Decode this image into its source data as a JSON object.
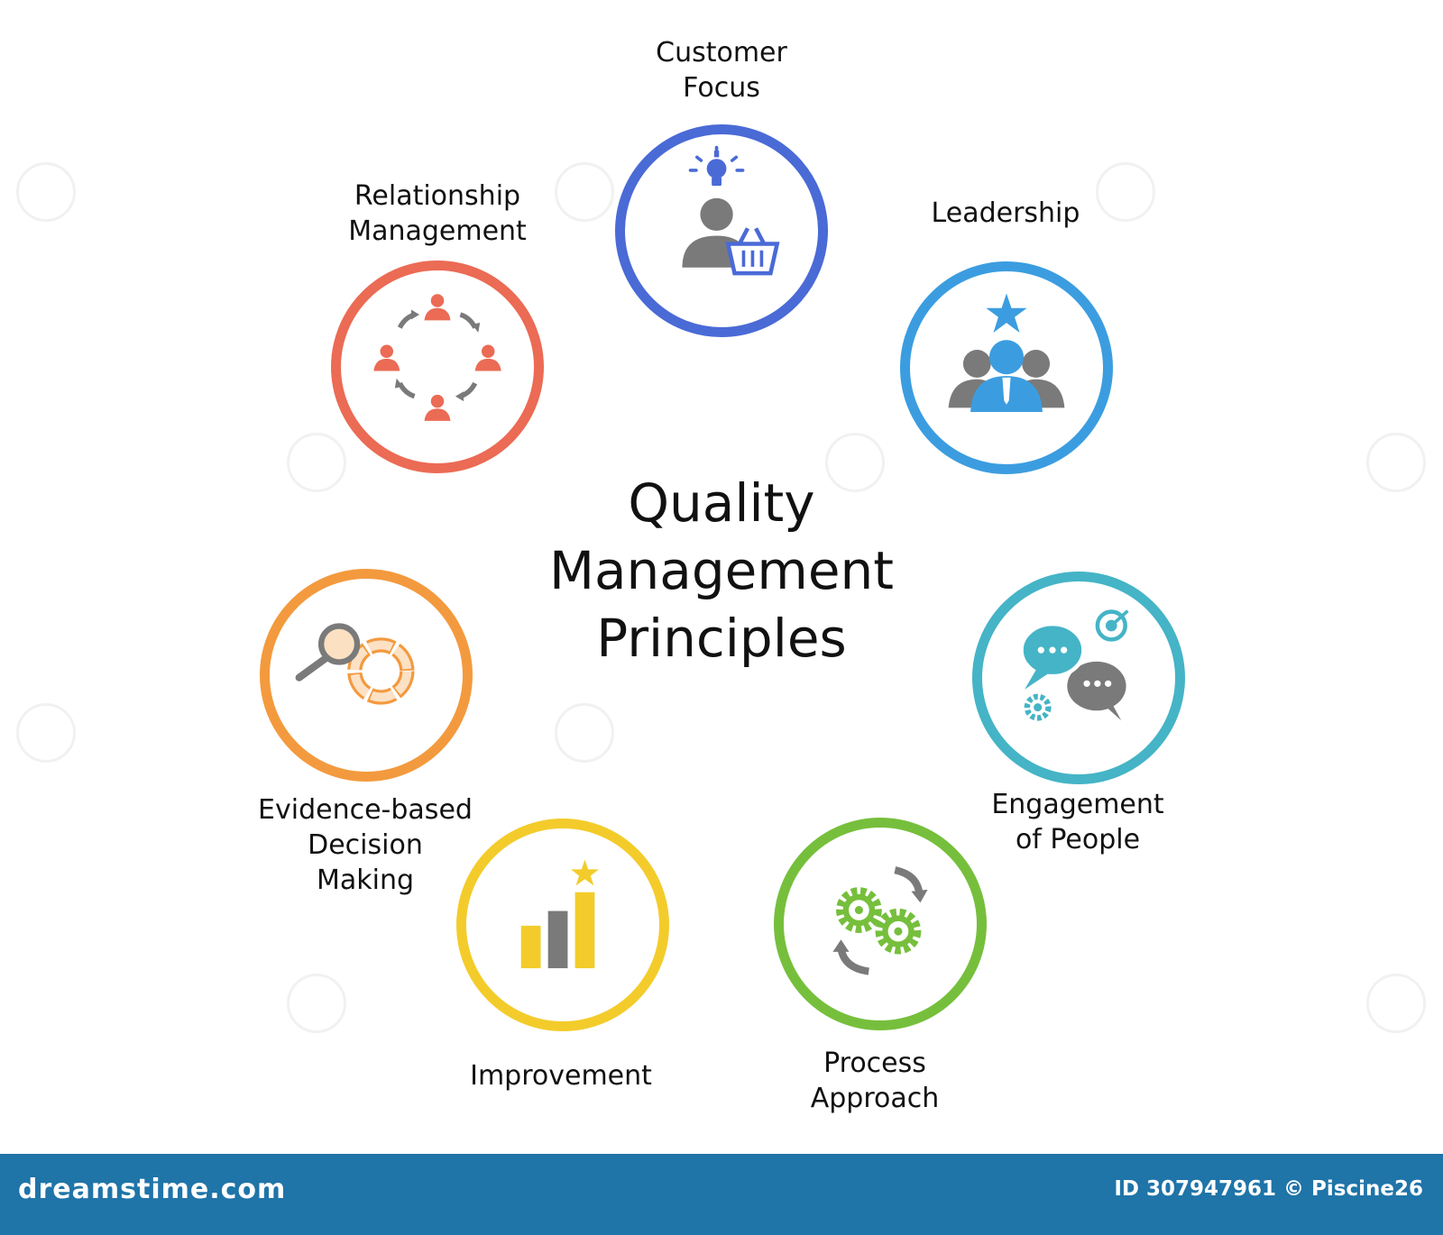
{
  "title": "Quality\nManagement\nPrinciples",
  "principles": [
    {
      "label": "Customer\nFocus",
      "color": "#4a6ad6",
      "icon": "customer-icon"
    },
    {
      "label": "Leadership",
      "color": "#3b9de0",
      "icon": "leadership-icon"
    },
    {
      "label": "Engagement\nof People",
      "color": "#45b4c6",
      "icon": "engagement-icon"
    },
    {
      "label": "Process\nApproach",
      "color": "#76bf3c",
      "icon": "process-gears-icon"
    },
    {
      "label": "Improvement",
      "color": "#f3cc2b",
      "icon": "improvement-bars-icon"
    },
    {
      "label": "Evidence-based\nDecision\nMaking",
      "color": "#f39a3e",
      "icon": "evidence-magnifier-icon"
    },
    {
      "label": "Relationship\nManagement",
      "color": "#eb6b55",
      "icon": "relationship-people-icon"
    }
  ],
  "footer": {
    "brand": "dreamstime.com",
    "image_id": "ID 307947961 © Piscine26",
    "color": "#1f74a8"
  }
}
